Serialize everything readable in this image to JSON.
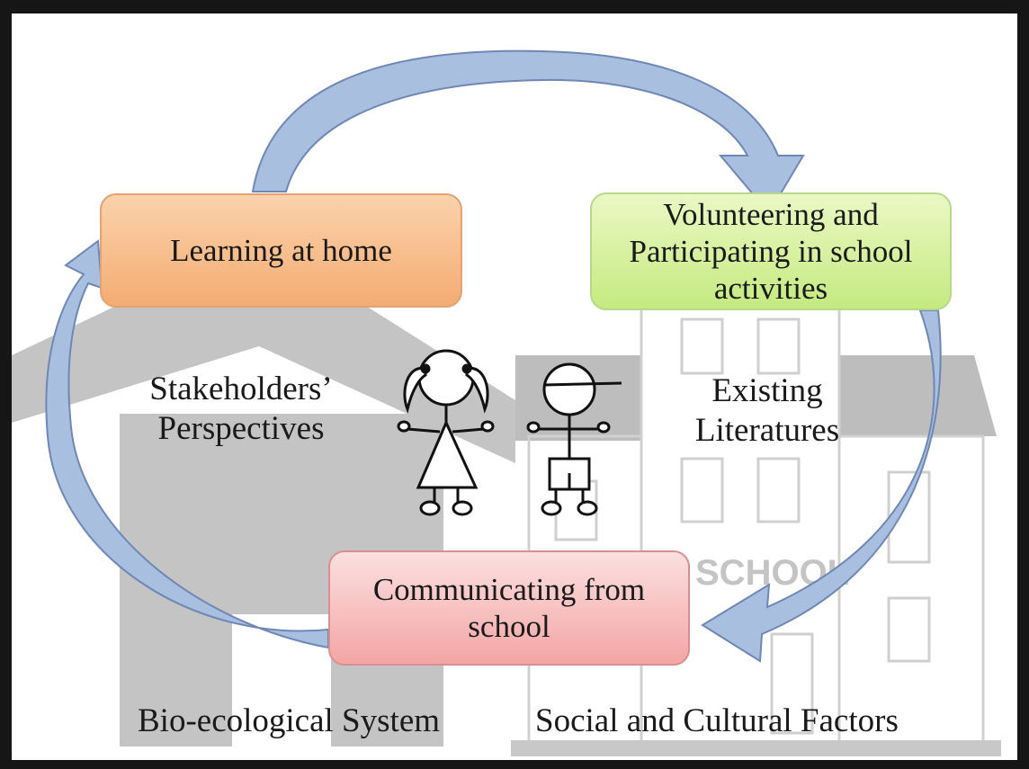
{
  "boxes": {
    "home": "Learning at home",
    "volunteer": [
      "Volunteering and",
      "Participating in school",
      "activities"
    ],
    "communicate": [
      "Communicating from",
      "school"
    ]
  },
  "labels": {
    "stakeholders": [
      "Stakeholders’",
      "Perspectives"
    ],
    "literatures": [
      "Existing",
      "Literatures"
    ],
    "bio": "Bio-ecological System",
    "social": "Social and Cultural Factors"
  },
  "school_sign": "SCHOOL",
  "colors": {
    "arrow_fill": "#a9bfe0",
    "arrow_stroke": "#6f87b4",
    "background_buildings": "#c2c2c2",
    "home_box": "#f4ac72",
    "volunteer_box": "#c5ea80",
    "communicate_box": "#f4a5a5"
  }
}
